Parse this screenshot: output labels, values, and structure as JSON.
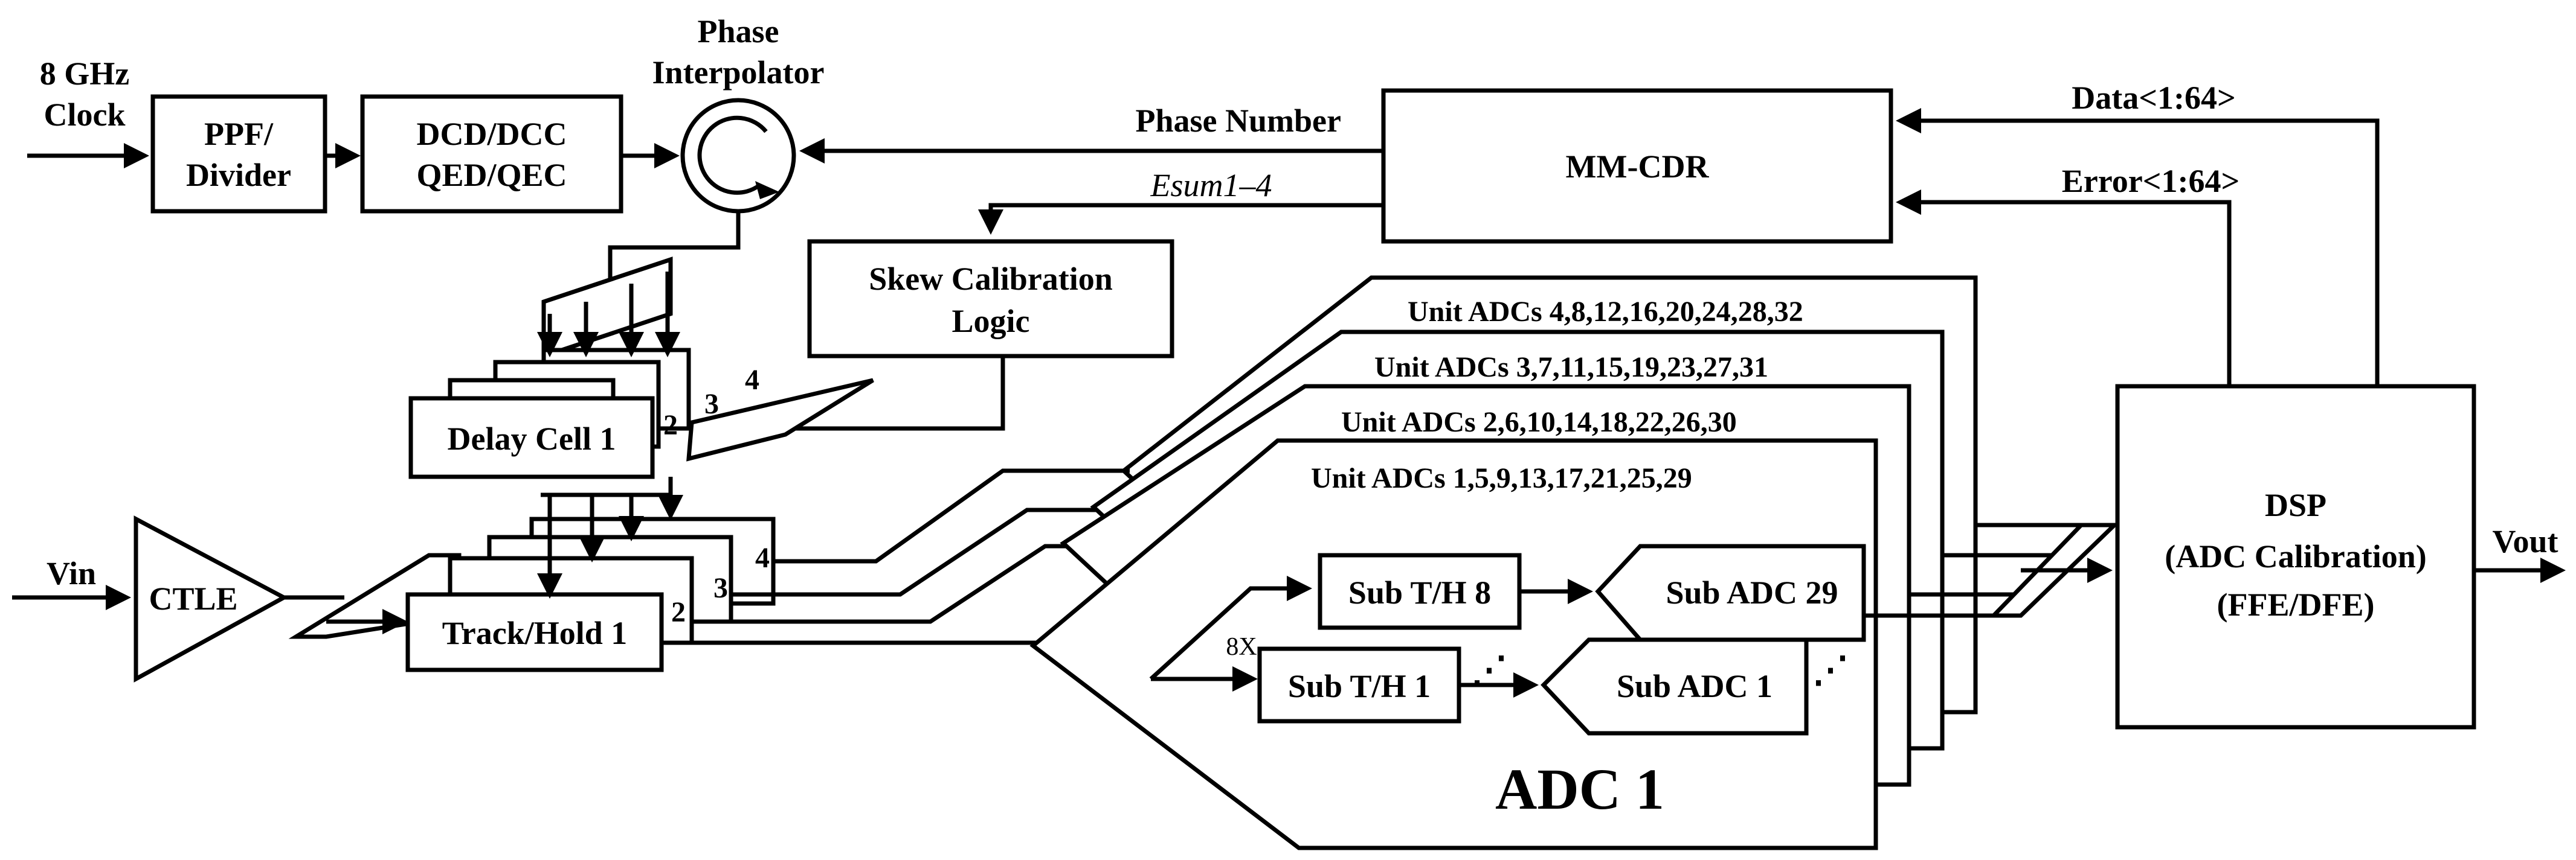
{
  "inputs": {
    "clock": [
      "8 GHz",
      "Clock"
    ],
    "vin": "Vin",
    "vout": "Vout"
  },
  "blocks": {
    "ppf": [
      "PPF/",
      "Divider"
    ],
    "dcd": [
      "DCD/DCC",
      "QED/QEC"
    ],
    "phase_interpolator": [
      "Phase",
      "Interpolator"
    ],
    "mmcdr": "MM-CDR",
    "skew": [
      "Skew Calibration",
      "Logic"
    ],
    "delay_cell": "Delay Cell 1",
    "track_hold": "Track/Hold 1",
    "ctle": "CTLE",
    "dsp": [
      "DSP",
      "(ADC Calibration)",
      "(FFE/DFE)"
    ],
    "sub_th_8": "Sub T/H 8",
    "sub_th_1": "Sub T/H 1",
    "sub_adc_29": "Sub ADC 29",
    "sub_adc_1": "Sub ADC 1",
    "adc1": "ADC 1"
  },
  "signals": {
    "phase_number": "Phase Number",
    "esum": "Esum1–4",
    "data": "Data<1:64>",
    "error": "Error<1:64>",
    "fanout": "8X",
    "ellipsis": "⋰"
  },
  "stack_numbers": [
    "2",
    "3",
    "4"
  ],
  "unit_adcs": [
    "Unit ADCs 1,5,9,13,17,21,25,29",
    "Unit ADCs 2,6,10,14,18,22,26,30",
    "Unit ADCs 3,7,11,15,19,23,27,31",
    "Unit ADCs 4,8,12,16,20,24,28,32"
  ]
}
